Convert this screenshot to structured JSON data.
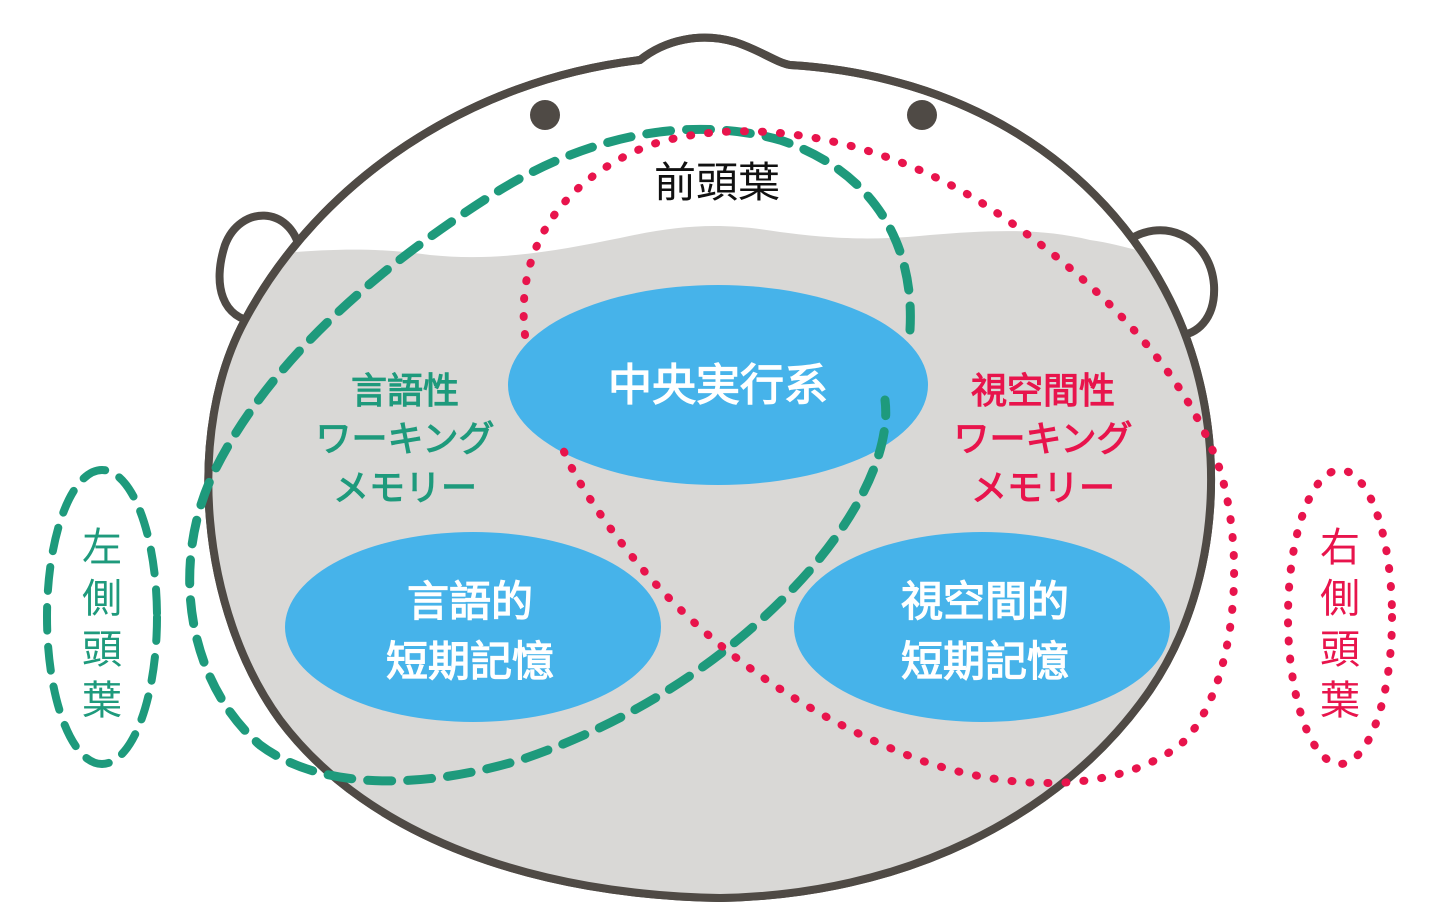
{
  "frontal_lobe": "前頭葉",
  "left_parietal": [
    "左",
    "側",
    "頭",
    "葉"
  ],
  "right_parietal": [
    "右",
    "側",
    "頭",
    "葉"
  ],
  "central_executive": "中央実行系",
  "verbal_wm": [
    "言語性",
    "ワーキング",
    "メモリー"
  ],
  "visuospatial_wm": [
    "視空間性",
    "ワーキング",
    "メモリー"
  ],
  "verbal_stm": [
    "言語的",
    "短期記憶"
  ],
  "visuospatial_stm": [
    "視空間的",
    "短期記憶"
  ],
  "colors": {
    "head_fill": "#ffffff",
    "head_stroke": "#4f4a45",
    "brain_fill": "#d9d8d6",
    "ellipse_fill": "#46b3ea",
    "ellipse_text": "#ffffff",
    "green": "#1e9a7c",
    "red": "#e8144c",
    "black_text": "#111111",
    "eye": "#4f4a45"
  }
}
